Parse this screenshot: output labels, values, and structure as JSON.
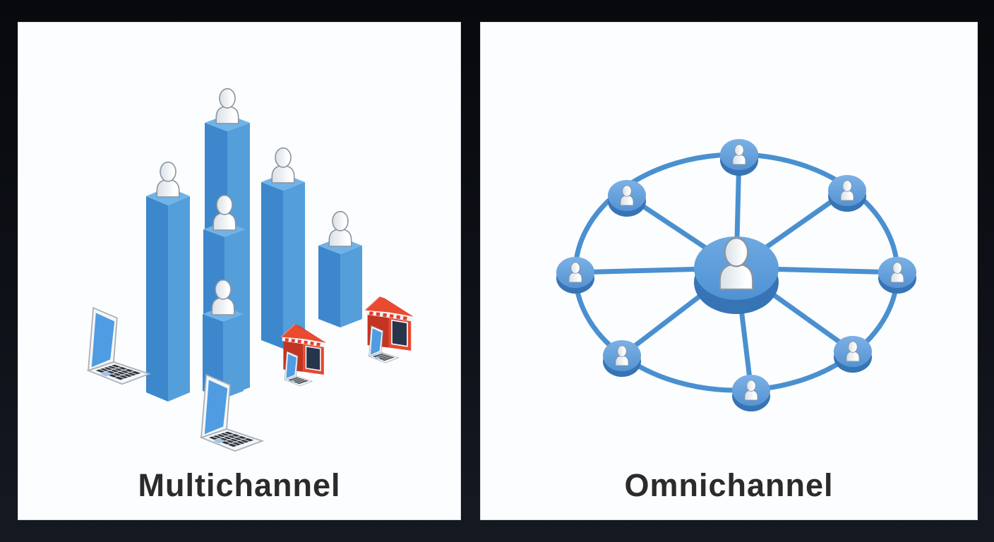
{
  "scene": {
    "background_color": "#0b0e14",
    "panel_color": "#fcfdfe",
    "panel_border_color": "#d8dce0"
  },
  "panels": {
    "multichannel": {
      "caption": "Multichannel",
      "illustration": "isometric-pillars-with-customers",
      "pillar_count": 6,
      "customer_count": 6,
      "laptop_count": 4,
      "storefront_count": 2
    },
    "omnichannel": {
      "caption": "Omnichannel",
      "illustration": "hub-and-spoke-customer-network",
      "hub": "customer",
      "satellite_node_count": 8
    }
  },
  "colors": {
    "pillar_left_face": "#3d87cc",
    "pillar_right_face": "#549eda",
    "pillar_top_face": "#6fb3e8",
    "network_link": "#4a90d0",
    "node_fill": "#5e9cd8",
    "storefront_red": "#e8462e",
    "laptop_screen_blue": "#4f9ce2",
    "figure_white": "#ffffff",
    "caption_text": "#2b2b2b"
  }
}
